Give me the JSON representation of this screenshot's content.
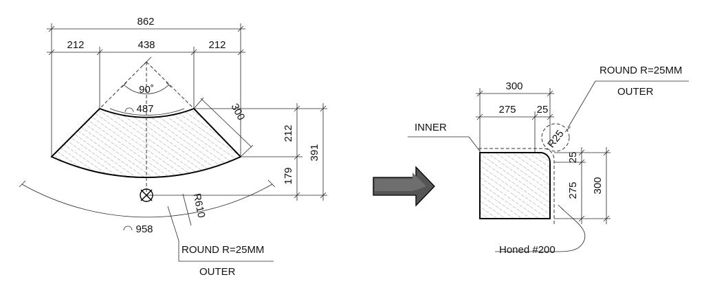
{
  "left_view": {
    "dim_total_width": "862",
    "dim_left_segment": "212",
    "dim_middle_segment": "438",
    "dim_right_segment": "212",
    "dim_angle": "90˚",
    "dim_inner_arc": "487",
    "dim_depth": "300",
    "dim_height_upper": "212",
    "dim_height_lower": "179",
    "dim_height_total": "391",
    "dim_radius": "R610",
    "dim_outer_arc": "958",
    "callout_round": "ROUND R=25MM",
    "callout_edge": "OUTER"
  },
  "right_view": {
    "dim_width_total": "300",
    "dim_width_part": "275",
    "dim_width_radius": "25",
    "radius_label": "R25",
    "callout_round": "ROUND R=25MM",
    "callout_edge": "OUTER",
    "callout_inner": "INNER",
    "dim_height_radius": "25",
    "dim_height_part": "275",
    "dim_height_total": "300",
    "finish_label": "Honed #200"
  },
  "arrow": {
    "fill_color": "#555555"
  },
  "colors": {
    "line": "#111111",
    "hatch": "#888888",
    "background": "#ffffff"
  }
}
